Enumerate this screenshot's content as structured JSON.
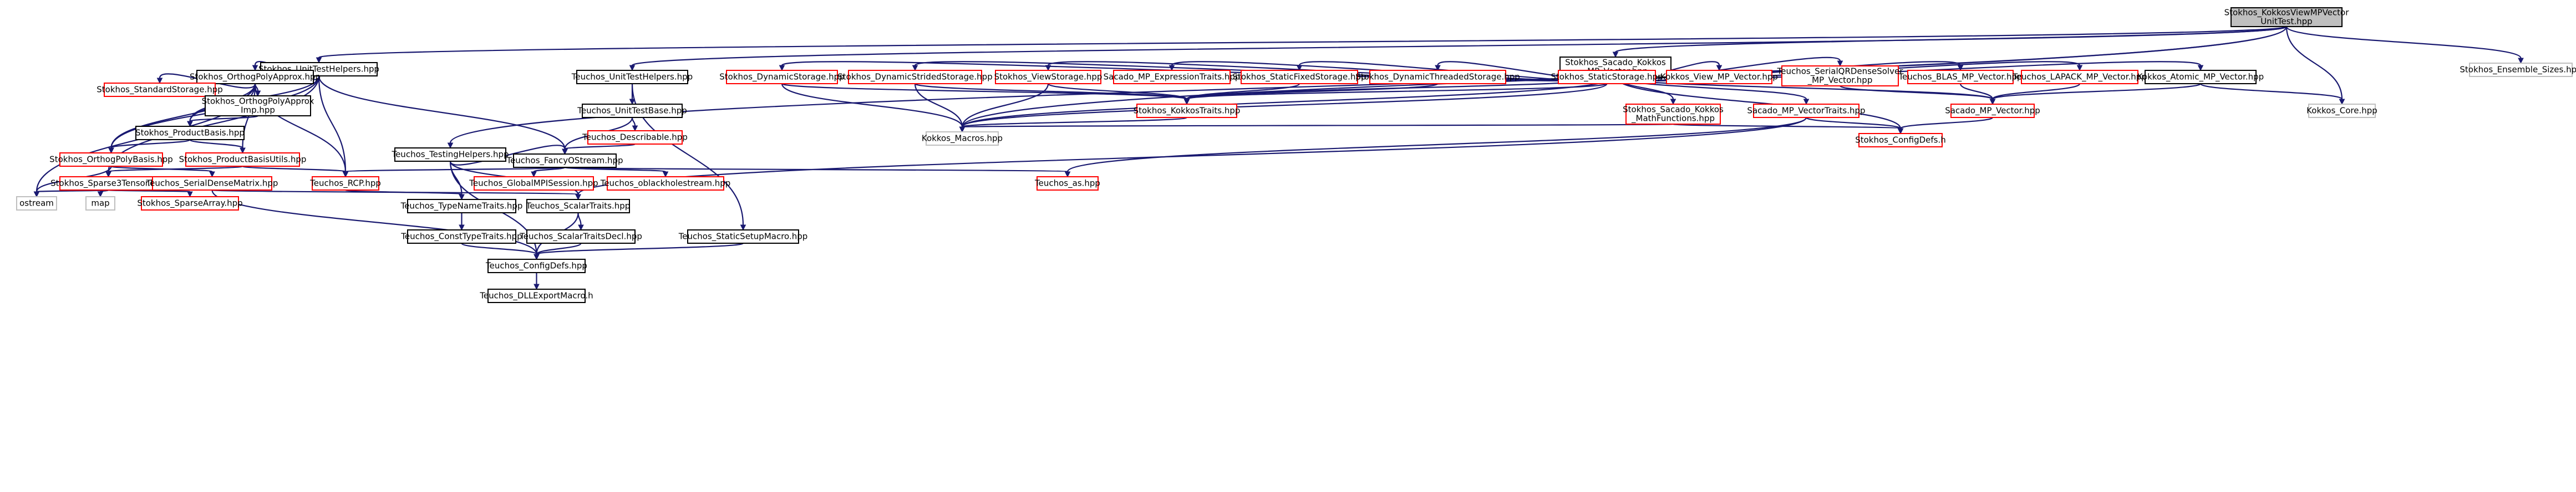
{
  "colors": {
    "root_fill": "#bfbfbf",
    "border_black": "#000000",
    "border_red": "#ff0000",
    "border_gray": "#bfbfbf",
    "edge": "#191970"
  },
  "nodes": [
    {
      "id": "root",
      "lines": [
        "Stokhos_KokkosViewMPVector",
        "UnitTest.hpp"
      ],
      "border": "black",
      "root": true
    },
    {
      "id": "uth",
      "lines": [
        "Stokhos_UnitTestHelpers.hpp"
      ],
      "border": "black"
    },
    {
      "id": "sacado_kokkos_mp",
      "lines": [
        "Stokhos_Sacado_Kokkos",
        "_MP_Vector.hpp"
      ],
      "border": "black"
    },
    {
      "id": "ensemble",
      "lines": [
        "Stokhos_Ensemble_Sizes.hpp"
      ],
      "border": "gray"
    },
    {
      "id": "orthog_approx",
      "lines": [
        "Stokhos_OrthogPolyApprox.hpp"
      ],
      "border": "black"
    },
    {
      "id": "teuchos_uth",
      "lines": [
        "Teuchos_UnitTestHelpers.hpp"
      ],
      "border": "black"
    },
    {
      "id": "dyn_storage",
      "lines": [
        "Stokhos_DynamicStorage.hpp"
      ],
      "border": "red"
    },
    {
      "id": "dyn_strided",
      "lines": [
        "Stokhos_DynamicStridedStorage.hpp"
      ],
      "border": "red"
    },
    {
      "id": "view_storage",
      "lines": [
        "Stokhos_ViewStorage.hpp"
      ],
      "border": "red"
    },
    {
      "id": "mp_expr",
      "lines": [
        "Sacado_MP_ExpressionTraits.hpp"
      ],
      "border": "red"
    },
    {
      "id": "static_fixed",
      "lines": [
        "Stokhos_StaticFixedStorage.hpp"
      ],
      "border": "red"
    },
    {
      "id": "dyn_threaded",
      "lines": [
        "Stokhos_DynamicThreadedStorage.hpp"
      ],
      "border": "red"
    },
    {
      "id": "static_storage",
      "lines": [
        "Stokhos_StaticStorage.hpp"
      ],
      "border": "red"
    },
    {
      "id": "kokkos_view_mp",
      "lines": [
        "Kokkos_View_MP_Vector.hpp"
      ],
      "border": "red"
    },
    {
      "id": "serial_qr",
      "lines": [
        "Teuchos_SerialQRDenseSolver",
        "_MP_Vector.hpp"
      ],
      "border": "red"
    },
    {
      "id": "blas_mp",
      "lines": [
        "Teuchos_BLAS_MP_Vector.hpp"
      ],
      "border": "red"
    },
    {
      "id": "lapack_mp",
      "lines": [
        "Teuchos_LAPACK_MP_Vector.hpp"
      ],
      "border": "red"
    },
    {
      "id": "atomic_mp",
      "lines": [
        "Kokkos_Atomic_MP_Vector.hpp"
      ],
      "border": "black"
    },
    {
      "id": "standard_storage",
      "lines": [
        "Stokhos_StandardStorage.hpp"
      ],
      "border": "red"
    },
    {
      "id": "orthog_approx_imp",
      "lines": [
        "Stokhos_OrthogPolyApprox",
        "Imp.hpp"
      ],
      "border": "black"
    },
    {
      "id": "unit_test_base",
      "lines": [
        "Teuchos_UnitTestBase.hpp"
      ],
      "border": "black"
    },
    {
      "id": "kokkos_traits",
      "lines": [
        "Stokhos_KokkosTraits.hpp"
      ],
      "border": "red"
    },
    {
      "id": "math_functions",
      "lines": [
        "Stokhos_Sacado_Kokkos",
        "_MathFunctions.hpp"
      ],
      "border": "red"
    },
    {
      "id": "sacado_mp_vt",
      "lines": [
        "Sacado_MP_VectorTraits.hpp"
      ],
      "border": "red"
    },
    {
      "id": "sacado_mp_vector",
      "lines": [
        "Sacado_MP_Vector.hpp"
      ],
      "border": "red"
    },
    {
      "id": "kokkos_core",
      "lines": [
        "Kokkos_Core.hpp"
      ],
      "border": "gray"
    },
    {
      "id": "product_basis",
      "lines": [
        "Stokhos_ProductBasis.hpp"
      ],
      "border": "black"
    },
    {
      "id": "describable",
      "lines": [
        "Teuchos_Describable.hpp"
      ],
      "border": "red"
    },
    {
      "id": "kokkos_macros",
      "lines": [
        "Kokkos_Macros.hpp"
      ],
      "border": "gray"
    },
    {
      "id": "stokhos_configdefs",
      "lines": [
        "Stokhos_ConfigDefs.h"
      ],
      "border": "red"
    },
    {
      "id": "testing_helpers",
      "lines": [
        "Teuchos_TestingHelpers.hpp"
      ],
      "border": "black"
    },
    {
      "id": "orthog_basis",
      "lines": [
        "Stokhos_OrthogPolyBasis.hpp"
      ],
      "border": "red"
    },
    {
      "id": "product_basis_utils",
      "lines": [
        "Stokhos_ProductBasisUtils.hpp"
      ],
      "border": "red"
    },
    {
      "id": "fancy_ostream",
      "lines": [
        "Teuchos_FancyOStream.hpp"
      ],
      "border": "black"
    },
    {
      "id": "sparse3",
      "lines": [
        "Stokhos_Sparse3Tensor.hpp"
      ],
      "border": "red"
    },
    {
      "id": "serial_dense",
      "lines": [
        "Teuchos_SerialDenseMatrix.hpp"
      ],
      "border": "red"
    },
    {
      "id": "rcp",
      "lines": [
        "Teuchos_RCP.hpp"
      ],
      "border": "red"
    },
    {
      "id": "global_mpi",
      "lines": [
        "Teuchos_GlobalMPISession.hpp"
      ],
      "border": "red"
    },
    {
      "id": "oblackhole",
      "lines": [
        "Teuchos_oblackholestream.hpp"
      ],
      "border": "red"
    },
    {
      "id": "as_hpp",
      "lines": [
        "Teuchos_as.hpp"
      ],
      "border": "red"
    },
    {
      "id": "ostream",
      "lines": [
        "ostream"
      ],
      "border": "gray"
    },
    {
      "id": "map",
      "lines": [
        "map"
      ],
      "border": "gray"
    },
    {
      "id": "sparse_array",
      "lines": [
        "Stokhos_SparseArray.hpp"
      ],
      "border": "red"
    },
    {
      "id": "typename_traits",
      "lines": [
        "Teuchos_TypeNameTraits.hpp"
      ],
      "border": "black"
    },
    {
      "id": "scalar_traits",
      "lines": [
        "Teuchos_ScalarTraits.hpp"
      ],
      "border": "black"
    },
    {
      "id": "const_type_traits",
      "lines": [
        "Teuchos_ConstTypeTraits.hpp"
      ],
      "border": "black"
    },
    {
      "id": "scalar_traits_decl",
      "lines": [
        "Teuchos_ScalarTraitsDecl.hpp"
      ],
      "border": "black"
    },
    {
      "id": "static_setup",
      "lines": [
        "Teuchos_StaticSetupMacro.hpp"
      ],
      "border": "black"
    },
    {
      "id": "teuchos_configdefs",
      "lines": [
        "Teuchos_ConfigDefs.hpp"
      ],
      "border": "black"
    },
    {
      "id": "dll_export",
      "lines": [
        "Teuchos_DLLExportMacro.h"
      ],
      "border": "black"
    }
  ],
  "edges": [
    [
      "root",
      "uth"
    ],
    [
      "root",
      "sacado_kokkos_mp"
    ],
    [
      "root",
      "ensemble"
    ],
    [
      "root",
      "teuchos_uth"
    ],
    [
      "root",
      "testing_helpers"
    ],
    [
      "root",
      "kokkos_core"
    ],
    [
      "root",
      "kokkos_macros"
    ],
    [
      "uth",
      "orthog_approx"
    ],
    [
      "uth",
      "product_basis"
    ],
    [
      "uth",
      "fancy_ostream"
    ],
    [
      "uth",
      "sparse3"
    ],
    [
      "uth",
      "rcp"
    ],
    [
      "uth",
      "orthog_basis"
    ],
    [
      "sacado_kokkos_mp",
      "dyn_storage"
    ],
    [
      "sacado_kokkos_mp",
      "dyn_strided"
    ],
    [
      "sacado_kokkos_mp",
      "view_storage"
    ],
    [
      "sacado_kokkos_mp",
      "mp_expr"
    ],
    [
      "sacado_kokkos_mp",
      "static_fixed"
    ],
    [
      "sacado_kokkos_mp",
      "dyn_threaded"
    ],
    [
      "sacado_kokkos_mp",
      "static_storage"
    ],
    [
      "sacado_kokkos_mp",
      "kokkos_view_mp"
    ],
    [
      "sacado_kokkos_mp",
      "serial_qr"
    ],
    [
      "sacado_kokkos_mp",
      "blas_mp"
    ],
    [
      "sacado_kokkos_mp",
      "lapack_mp"
    ],
    [
      "sacado_kokkos_mp",
      "atomic_mp"
    ],
    [
      "sacado_kokkos_mp",
      "math_functions"
    ],
    [
      "sacado_kokkos_mp",
      "sacado_mp_vt"
    ],
    [
      "sacado_kokkos_mp",
      "sacado_mp_vector"
    ],
    [
      "sacado_kokkos_mp",
      "kokkos_traits"
    ],
    [
      "sacado_kokkos_mp",
      "stokhos_configdefs"
    ],
    [
      "sacado_kokkos_mp",
      "kokkos_macros"
    ],
    [
      "orthog_approx",
      "standard_storage"
    ],
    [
      "orthog_approx",
      "orthog_approx_imp"
    ],
    [
      "orthog_approx",
      "product_basis"
    ],
    [
      "orthog_approx",
      "orthog_basis"
    ],
    [
      "orthog_approx",
      "product_basis_utils"
    ],
    [
      "orthog_approx",
      "rcp"
    ],
    [
      "orthog_approx",
      "ostream"
    ],
    [
      "orthog_approx_imp",
      "product_basis"
    ],
    [
      "teuchos_uth",
      "unit_test_base"
    ],
    [
      "teuchos_uth",
      "static_setup"
    ],
    [
      "unit_test_base",
      "describable"
    ],
    [
      "unit_test_base",
      "fancy_ostream"
    ],
    [
      "describable",
      "fancy_ostream"
    ],
    [
      "dyn_storage",
      "kokkos_traits"
    ],
    [
      "dyn_storage",
      "kokkos_macros"
    ],
    [
      "dyn_strided",
      "kokkos_traits"
    ],
    [
      "dyn_strided",
      "kokkos_macros"
    ],
    [
      "view_storage",
      "kokkos_traits"
    ],
    [
      "view_storage",
      "kokkos_macros"
    ],
    [
      "static_fixed",
      "kokkos_traits"
    ],
    [
      "dyn_threaded",
      "kokkos_traits"
    ],
    [
      "static_storage",
      "kokkos_traits"
    ],
    [
      "static_storage",
      "kokkos_macros"
    ],
    [
      "kokkos_traits",
      "kokkos_macros"
    ],
    [
      "math_functions",
      "kokkos_macros"
    ],
    [
      "math_functions",
      "stokhos_configdefs"
    ],
    [
      "sacado_mp_vt",
      "stokhos_configdefs"
    ],
    [
      "sacado_mp_vt",
      "as_hpp"
    ],
    [
      "sacado_mp_vt",
      "scalar_traits"
    ],
    [
      "serial_qr",
      "sacado_mp_vector"
    ],
    [
      "blas_mp",
      "sacado_mp_vector"
    ],
    [
      "lapack_mp",
      "sacado_mp_vector"
    ],
    [
      "atomic_mp",
      "sacado_mp_vector"
    ],
    [
      "atomic_mp",
      "kokkos_core"
    ],
    [
      "sacado_mp_vector",
      "stokhos_configdefs"
    ],
    [
      "product_basis",
      "orthog_basis"
    ],
    [
      "product_basis",
      "product_basis_utils"
    ],
    [
      "orthog_basis",
      "sparse3"
    ],
    [
      "orthog_basis",
      "serial_dense"
    ],
    [
      "orthog_basis",
      "ostream"
    ],
    [
      "product_basis_utils",
      "sparse3"
    ],
    [
      "product_basis_utils",
      "rcp"
    ],
    [
      "sparse3",
      "ostream"
    ],
    [
      "sparse3",
      "map"
    ],
    [
      "sparse3",
      "sparse_array"
    ],
    [
      "testing_helpers",
      "fancy_ostream"
    ],
    [
      "testing_helpers",
      "typename_traits"
    ],
    [
      "testing_helpers",
      "scalar_traits"
    ],
    [
      "testing_helpers",
      "teuchos_configdefs"
    ],
    [
      "fancy_ostream",
      "global_mpi"
    ],
    [
      "fancy_ostream",
      "oblackhole"
    ],
    [
      "fancy_ostream",
      "as_hpp"
    ],
    [
      "fancy_ostream",
      "rcp"
    ],
    [
      "serial_dense",
      "scalar_traits"
    ],
    [
      "serial_dense",
      "teuchos_configdefs"
    ],
    [
      "rcp",
      "typename_traits"
    ],
    [
      "typename_traits",
      "const_type_traits"
    ],
    [
      "scalar_traits",
      "scalar_traits_decl"
    ],
    [
      "scalar_traits",
      "teuchos_configdefs"
    ],
    [
      "const_type_traits",
      "teuchos_configdefs"
    ],
    [
      "scalar_traits_decl",
      "teuchos_configdefs"
    ],
    [
      "static_setup",
      "teuchos_configdefs"
    ],
    [
      "teuchos_configdefs",
      "dll_export"
    ]
  ]
}
